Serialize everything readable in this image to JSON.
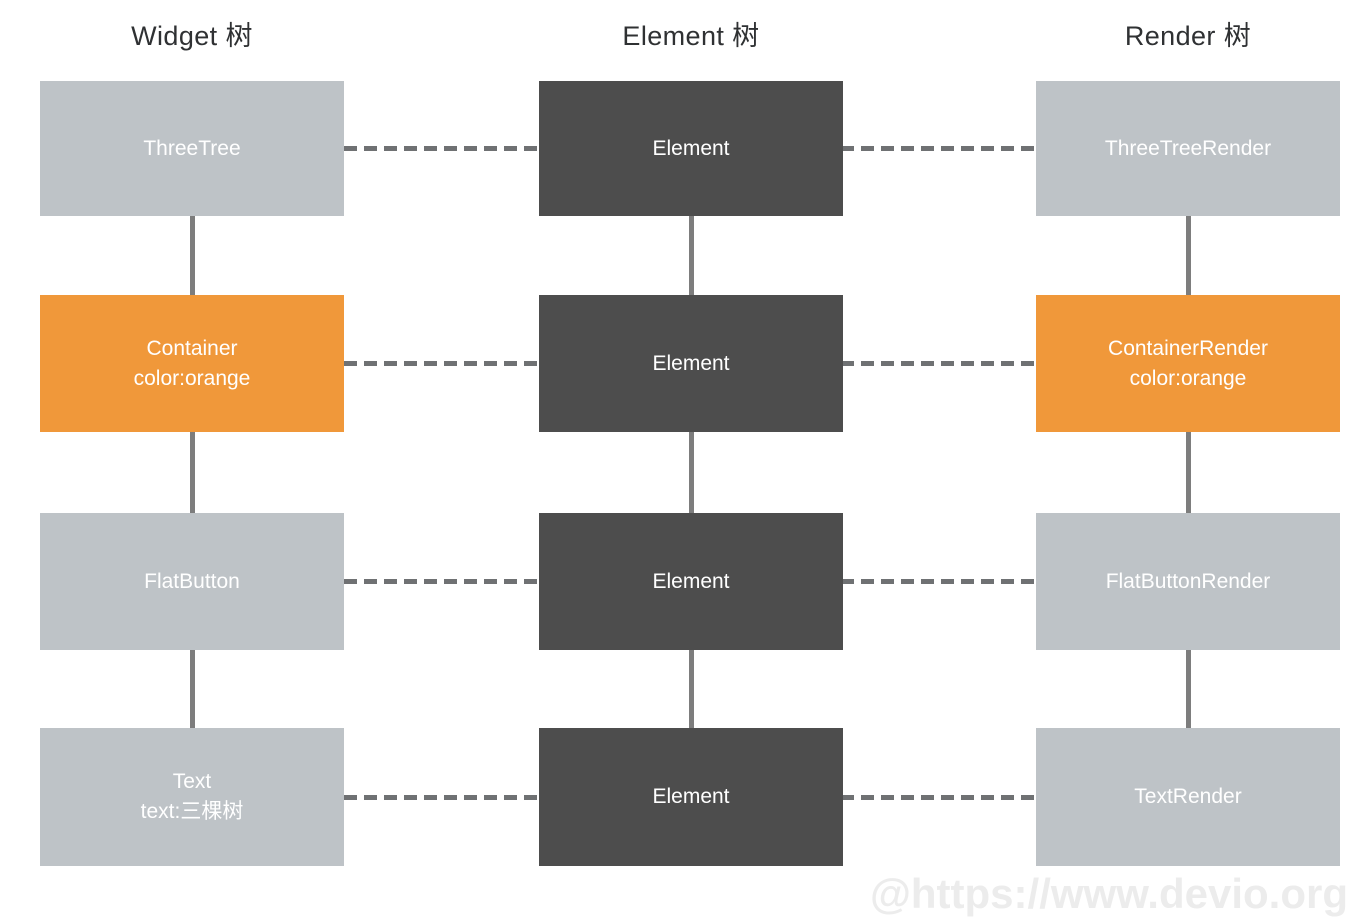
{
  "diagram": {
    "title_row": [
      {
        "id": "widget",
        "label": "Widget 树"
      },
      {
        "id": "element",
        "label": "Element 树"
      },
      {
        "id": "render",
        "label": "Render 树"
      }
    ],
    "columns": {
      "widget": {
        "heading": "Widget 树",
        "nodes": [
          {
            "id": "threetree",
            "line1": "ThreeTree",
            "line2": "",
            "color": "#bec3c7"
          },
          {
            "id": "container",
            "line1": "Container",
            "line2": "color:orange",
            "color": "#f0983a"
          },
          {
            "id": "flatbutton",
            "line1": "FlatButton",
            "line2": "",
            "color": "#bec3c7"
          },
          {
            "id": "text",
            "line1": "Text",
            "line2": "text:三棵树",
            "color": "#bec3c7"
          }
        ]
      },
      "element": {
        "heading": "Element 树",
        "nodes": [
          {
            "id": "element-1",
            "line1": "Element",
            "line2": "",
            "color": "#4d4d4d"
          },
          {
            "id": "element-2",
            "line1": "Element",
            "line2": "",
            "color": "#4d4d4d"
          },
          {
            "id": "element-3",
            "line1": "Element",
            "line2": "",
            "color": "#4d4d4d"
          },
          {
            "id": "element-4",
            "line1": "Element",
            "line2": "",
            "color": "#4d4d4d"
          }
        ]
      },
      "render": {
        "heading": "Render 树",
        "nodes": [
          {
            "id": "threetreerender",
            "line1": "ThreeTreeRender",
            "line2": "",
            "color": "#bec3c7"
          },
          {
            "id": "containerrender",
            "line1": "ContainerRender",
            "line2": "color:orange",
            "color": "#f0983a"
          },
          {
            "id": "flatbuttonrender",
            "line1": "FlatButtonRender",
            "line2": "",
            "color": "#bec3c7"
          },
          {
            "id": "textrender",
            "line1": "TextRender",
            "line2": "",
            "color": "#bec3c7"
          }
        ]
      }
    },
    "colors": {
      "gray_node": "#bec3c7",
      "orange_node": "#f0983a",
      "dark_node": "#4d4d4d",
      "connector": "#7d7d7d",
      "dashed_link": "#6f7173",
      "background": "#ffffff",
      "heading_text": "#2f3133",
      "node_text": "#ffffff",
      "watermark": "#ececec"
    }
  },
  "watermark": {
    "text": "@https://www.devio.org"
  }
}
